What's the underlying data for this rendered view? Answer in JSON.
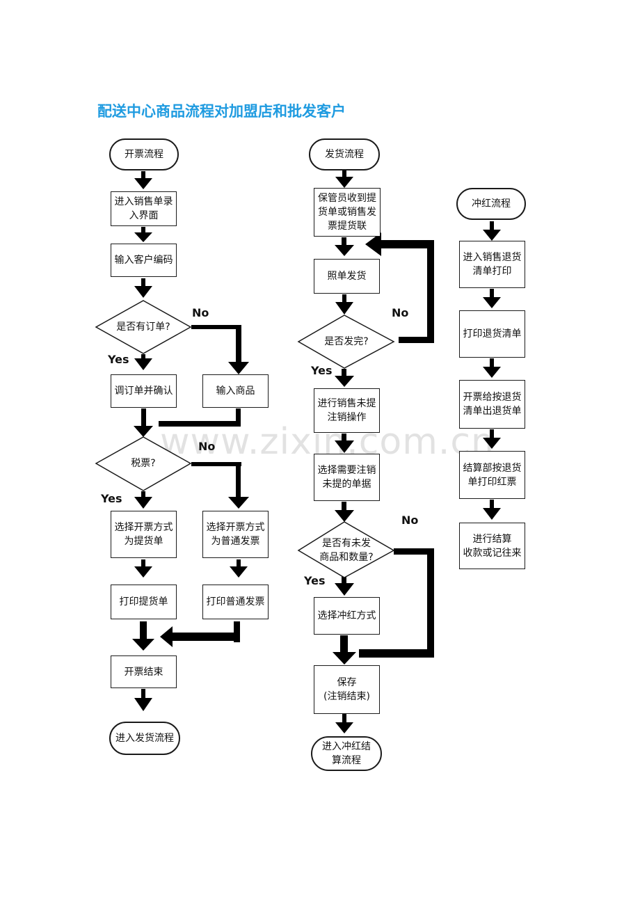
{
  "title": "配送中心商品流程对加盟店和批发客户",
  "watermark": "www.zixin.com.cn",
  "billing": {
    "start": "开票流程",
    "step1": "进入销售单录\n入界面",
    "step2": "输入客户编码",
    "decision1": "是否有订单?",
    "yes1_step": "调订单并确认",
    "no1_step": "输入商品",
    "decision2": "税票?",
    "yes2_step": "选择开票方式\n为提货单",
    "no2_step": "选择开票方式\n为普通发票",
    "yes2_print": "打印提货单",
    "no2_print": "打印普通发票",
    "end": "开票结束",
    "next": "进入发货流程"
  },
  "shipping": {
    "start": "发货流程",
    "step1": "保管员收到提\n货单或销售发\n票提货联",
    "step2": "照单发货",
    "decision1": "是否发完?",
    "step3": "进行销售未提\n注销操作",
    "step4": "选择需要注销\n未提的单据",
    "decision2": "是否有未发\n商品和数量?",
    "step5": "选择冲红方式",
    "save": "保存\n(注销结束)",
    "next": "进入冲红结\n算流程"
  },
  "reversal": {
    "start": "冲红流程",
    "step1": "进入销售退货\n清单打印",
    "step2": "打印退货清单",
    "step3": "开票给按退货\n清单出退货单",
    "step4": "结算部按退货\n单打印红票",
    "step5": "进行结算\n收款或记往来"
  },
  "labels": {
    "yes": "Yes",
    "no": "No"
  }
}
